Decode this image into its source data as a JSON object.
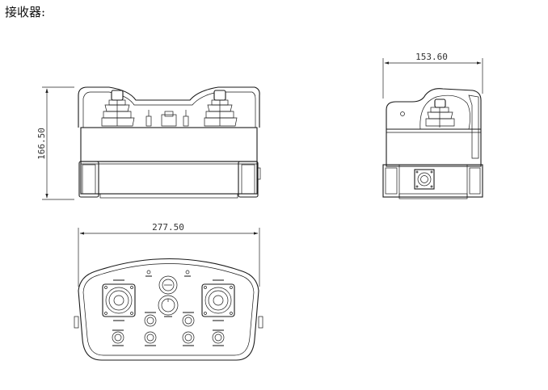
{
  "title": "接收器:",
  "dimensions": {
    "side_width": "153.60",
    "front_height": "166.50",
    "bottom_width": "277.50"
  }
}
